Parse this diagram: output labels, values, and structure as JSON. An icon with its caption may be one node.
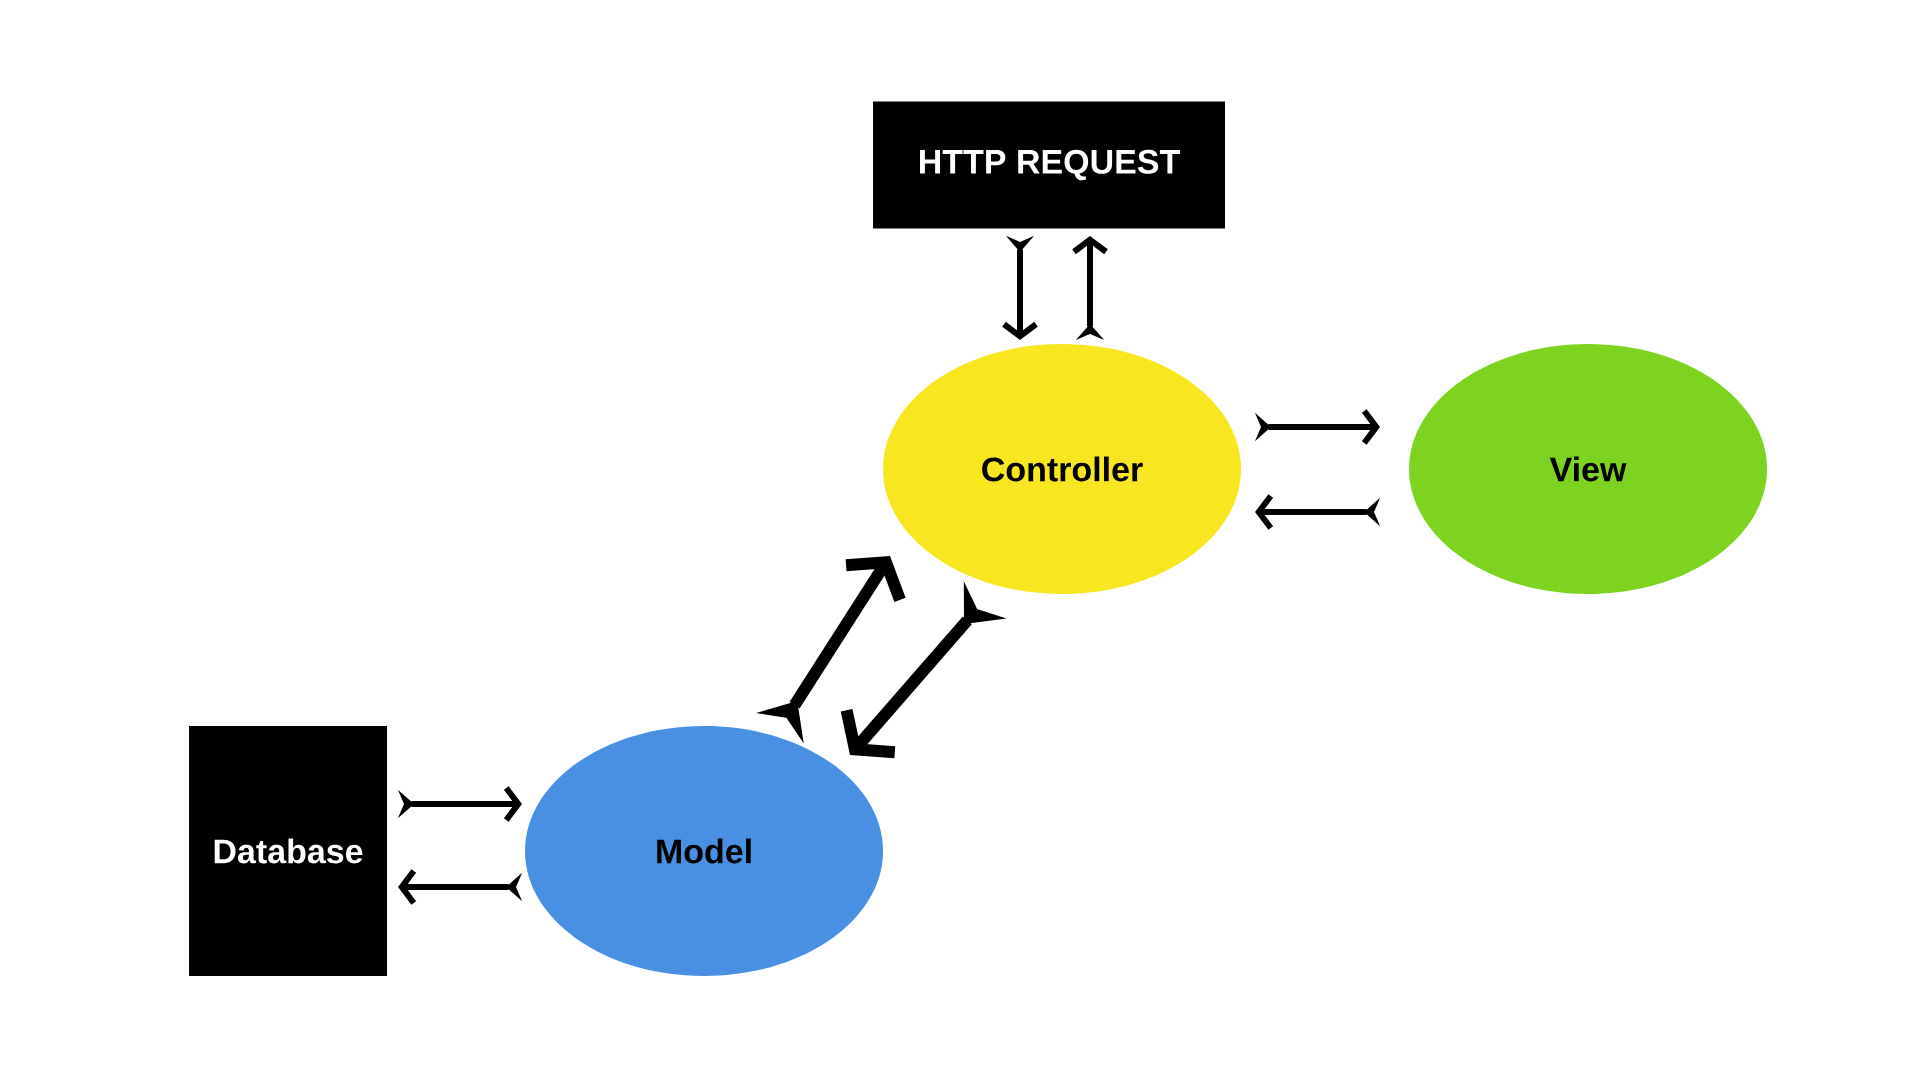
{
  "diagram": {
    "nodes": [
      {
        "text": [
          "HTTP REQUEST"
        ]
      },
      {
        "text": [
          "Controller"
        ]
      },
      {
        "text": [
          "View"
        ]
      },
      {
        "text": [
          "Database"
        ]
      },
      {
        "text": [
          "Model"
        ]
      }
    ],
    "edges": [
      {
        "from": 0,
        "to": 1,
        "arrow": "to"
      },
      {
        "from": 1,
        "to": 0,
        "arrow": "to"
      },
      {
        "from": 1,
        "to": 2,
        "arrow": "to"
      },
      {
        "from": 2,
        "to": 1,
        "arrow": "to"
      },
      {
        "from": 4,
        "to": 1,
        "arrow": "to",
        "style": "thick"
      },
      {
        "from": 1,
        "to": 4,
        "arrow": "to",
        "style": "thick"
      },
      {
        "from": 3,
        "to": 4,
        "arrow": "to"
      },
      {
        "from": 4,
        "to": 3,
        "arrow": "to"
      }
    ]
  }
}
